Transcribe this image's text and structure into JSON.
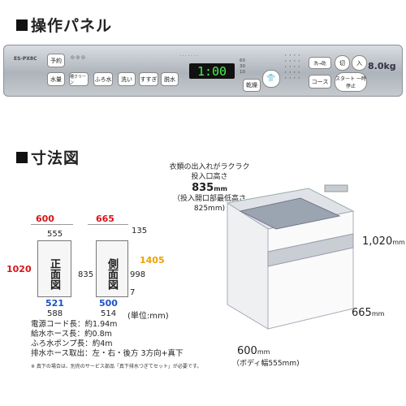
{
  "panel_section": {
    "title": "操作パネル"
  },
  "panel": {
    "model": "ES-PX8C",
    "buttons_left": [
      "予約",
      "水量",
      "槽クリーン",
      "ふろ水",
      "洗い",
      "すすぎ",
      "脱水"
    ],
    "display": "1:00",
    "dry_button": "乾燥",
    "right_buttons": {
      "power_off": "切",
      "power_on": "入",
      "mode": "洗→乾",
      "course": "コース",
      "start": "スタート 一時停止"
    },
    "capacity": "8.0kg"
  },
  "dims_section": {
    "title": "寸法図"
  },
  "front_view": {
    "label": "正面図",
    "width_top": "600",
    "width_inner": "555",
    "height": "1020",
    "width_bottom_outer": "588",
    "width_bottom_inner": "521"
  },
  "side_view": {
    "label": "側面図",
    "depth_top": "665",
    "top_offset": "135",
    "height_open": "1405",
    "height_left": "835",
    "height_right": "998",
    "base": "7",
    "depth_bottom_outer": "514",
    "depth_bottom_inner": "500",
    "unit": "(単位:mm)"
  },
  "callout": {
    "line1": "衣類の出入れがラクラク",
    "line2": "投入口高さ",
    "value": "835",
    "unit": "mm",
    "sub1": "（投入開口部最低高さ",
    "sub2": "825mm)"
  },
  "photo_dims": {
    "height": "1,020",
    "height_unit": "mm",
    "depth": "665",
    "depth_unit": "mm",
    "width": "600",
    "width_unit": "mm",
    "body_width": "（ボディ幅555mm)"
  },
  "specs": [
    {
      "label": "電源コード長",
      "value": "：約1.94m"
    },
    {
      "label": "給水ホース長",
      "value": "：約0.8m"
    },
    {
      "label": "ふろ水ポンプ長",
      "value": "：約4m"
    },
    {
      "label": "排水ホース取出",
      "value": "：左・右・後方 3方向+真下"
    }
  ],
  "spec_note": "※ 真下の場合は、別売のサービス部品「真下排水つぎてセット」が必要です。",
  "colors": {
    "red": "#d8141a",
    "blue": "#1a52c4",
    "orange": "#f0a000",
    "lcd_green": "#4cf04c"
  }
}
